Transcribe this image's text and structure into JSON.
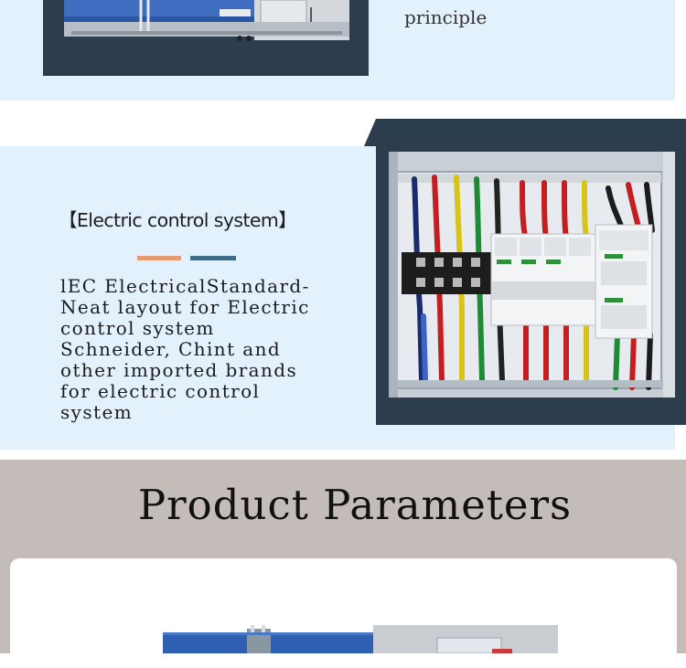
{
  "top_section": {
    "text_lines": [
      "principle"
    ]
  },
  "electric_control": {
    "heading": "【Electric control system】",
    "description_lines": [
      "lEC ElectricalStandard-",
      "Neat layout for Electric",
      "control system",
      "Schneider, Chint and",
      "other imported brands",
      "for electric control",
      "system"
    ]
  },
  "product_parameters": {
    "title": "Product Parameters"
  },
  "colors": {
    "band_blue": "#e3f1fc",
    "frame_dark": "#2c3d4e",
    "accent_orange": "#e89a72",
    "accent_blue": "#3f6c86",
    "params_band": "#c4bcb8"
  },
  "icons": {
    "test_chamber": "test-chamber-photo",
    "control_cabinet": "control-cabinet-photo"
  }
}
